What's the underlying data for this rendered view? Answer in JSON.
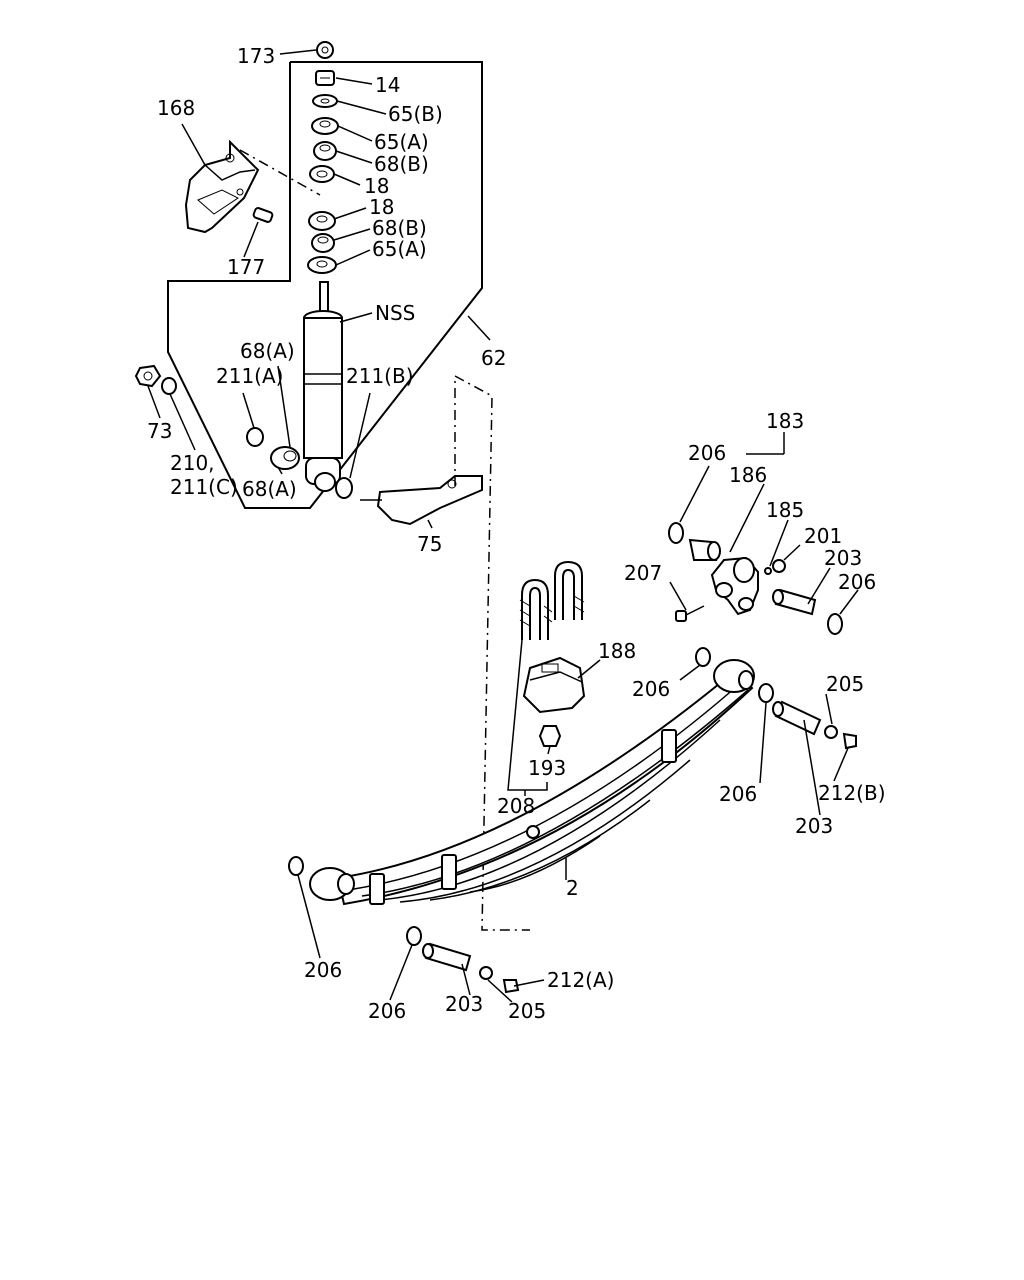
{
  "diagram": {
    "callouts": [
      {
        "id": "c-173",
        "text": "173"
      },
      {
        "id": "c-14",
        "text": "14"
      },
      {
        "id": "c-65b",
        "text": "65(B)"
      },
      {
        "id": "c-65a-top",
        "text": "65(A)"
      },
      {
        "id": "c-68b-top",
        "text": "68(B)"
      },
      {
        "id": "c-18-top",
        "text": "18"
      },
      {
        "id": "c-18-mid",
        "text": "18"
      },
      {
        "id": "c-68b-mid",
        "text": "68(B)"
      },
      {
        "id": "c-65a-mid",
        "text": "65(A)"
      },
      {
        "id": "c-168",
        "text": "168"
      },
      {
        "id": "c-177",
        "text": "177"
      },
      {
        "id": "c-nss",
        "text": "NSS"
      },
      {
        "id": "c-62",
        "text": "62"
      },
      {
        "id": "c-68a-top",
        "text": "68(A)"
      },
      {
        "id": "c-211a",
        "text": "211(A)"
      },
      {
        "id": "c-211b",
        "text": "211(B)"
      },
      {
        "id": "c-73",
        "text": "73"
      },
      {
        "id": "c-210",
        "text": "210,"
      },
      {
        "id": "c-211c",
        "text": "211(C)"
      },
      {
        "id": "c-68a-bot",
        "text": "68(A)"
      },
      {
        "id": "c-75",
        "text": "75"
      },
      {
        "id": "c-183",
        "text": "183"
      },
      {
        "id": "c-206-a",
        "text": "206"
      },
      {
        "id": "c-186",
        "text": "186"
      },
      {
        "id": "c-185",
        "text": "185"
      },
      {
        "id": "c-201",
        "text": "201"
      },
      {
        "id": "c-203-a",
        "text": "203"
      },
      {
        "id": "c-206-b",
        "text": "206"
      },
      {
        "id": "c-207",
        "text": "207"
      },
      {
        "id": "c-188",
        "text": "188"
      },
      {
        "id": "c-206-c",
        "text": "206"
      },
      {
        "id": "c-205-a",
        "text": "205"
      },
      {
        "id": "c-193",
        "text": "193"
      },
      {
        "id": "c-206-d",
        "text": "206"
      },
      {
        "id": "c-212b",
        "text": "212(B)"
      },
      {
        "id": "c-208",
        "text": "208"
      },
      {
        "id": "c-203-b",
        "text": "203"
      },
      {
        "id": "c-2",
        "text": "2"
      },
      {
        "id": "c-206-e",
        "text": "206"
      },
      {
        "id": "c-212a",
        "text": "212(A)"
      },
      {
        "id": "c-206-f",
        "text": "206"
      },
      {
        "id": "c-203-c",
        "text": "203"
      },
      {
        "id": "c-205-b",
        "text": "205"
      }
    ]
  }
}
